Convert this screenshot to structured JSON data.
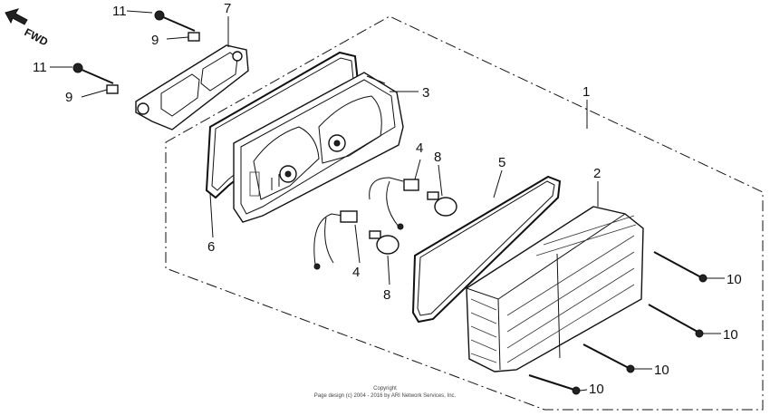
{
  "fwd_label": "FWD",
  "callouts": {
    "c1": "1",
    "c2": "2",
    "c3": "3",
    "c4a": "4",
    "c4b": "4",
    "c5": "5",
    "c6": "6",
    "c7": "7",
    "c8a": "8",
    "c8b": "8",
    "c9a": "9",
    "c9b": "9",
    "c10a": "10",
    "c10b": "10",
    "c10c": "10",
    "c10d": "10",
    "c11a": "11",
    "c11b": "11"
  },
  "copyright": {
    "line1": "Copyright",
    "line2": "Page design (c) 2004 - 2016 by ARI Network Services, Inc."
  }
}
